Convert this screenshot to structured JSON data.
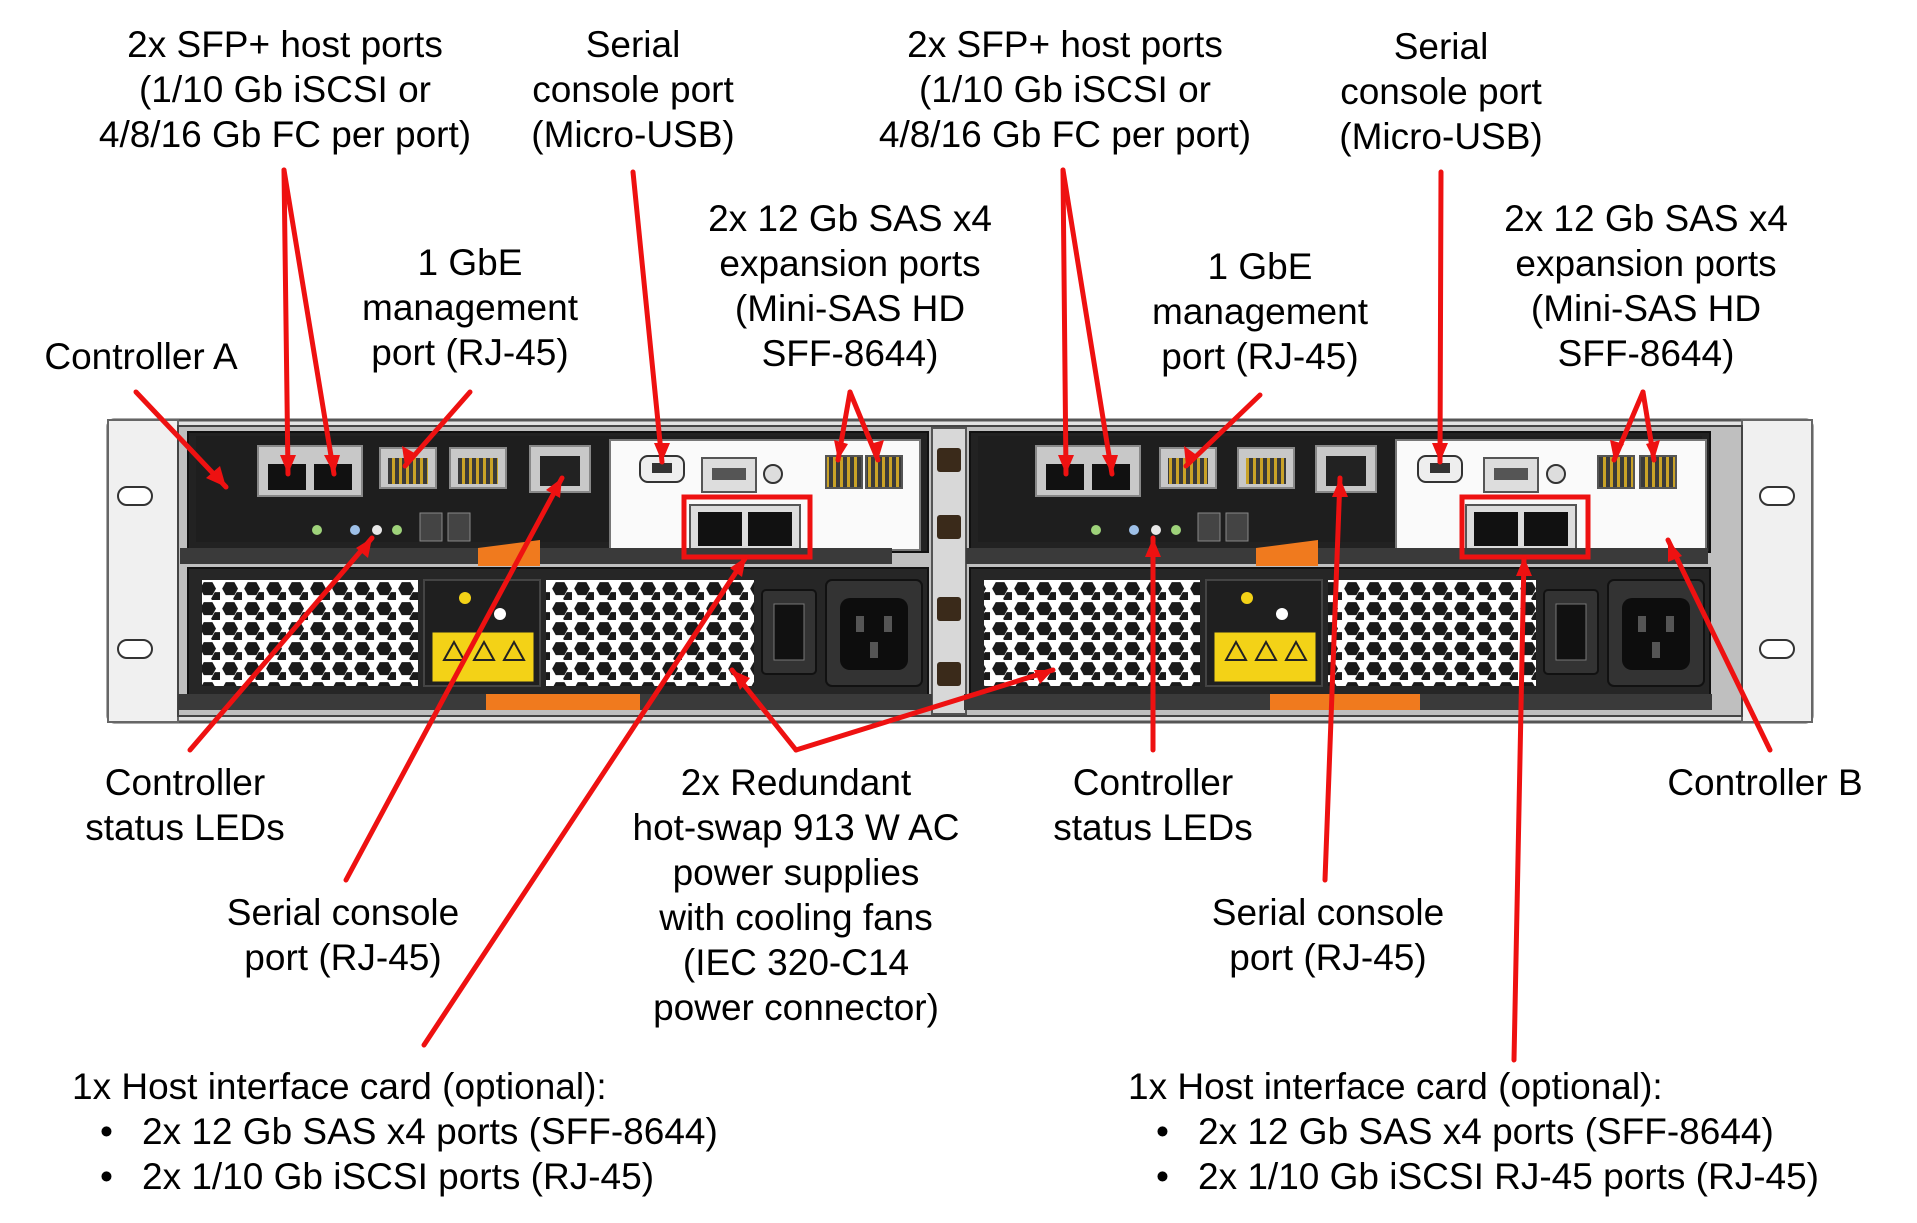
{
  "labels": {
    "ctrl_a": "Controller A",
    "ctrl_b": "Controller B",
    "sfp_a": [
      "2x SFP+ host ports",
      "(1/10 Gb iSCSI or",
      "4/8/16 Gb FC per port)"
    ],
    "sfp_b": [
      "2x SFP+ host ports",
      "(1/10 Gb iSCSI or",
      "4/8/16 Gb FC per port)"
    ],
    "usb_a": [
      "Serial",
      "console port",
      "(Micro-USB)"
    ],
    "usb_b": [
      "Serial",
      "console port",
      "(Micro-USB)"
    ],
    "mgmt_a": [
      "1 GbE",
      "management",
      "port (RJ-45)"
    ],
    "mgmt_b": [
      "1 GbE",
      "management",
      "port (RJ-45)"
    ],
    "sas_a": [
      "2x 12 Gb SAS x4",
      "expansion ports",
      "(Mini-SAS HD",
      "SFF-8644)"
    ],
    "sas_b": [
      "2x 12 Gb SAS x4",
      "expansion ports",
      "(Mini-SAS HD",
      "SFF-8644)"
    ],
    "led_a": [
      "Controller",
      "status LEDs"
    ],
    "led_b": [
      "Controller",
      "status LEDs"
    ],
    "rj45_a": [
      "Serial console",
      "port (RJ-45)"
    ],
    "rj45_b": [
      "Serial console",
      "port (RJ-45)"
    ],
    "psu": [
      "2x Redundant",
      "hot-swap 913 W AC",
      "power supplies",
      "with cooling fans",
      "(IEC 320-C14",
      "power connector)"
    ],
    "hic_a": {
      "title": "1x Host interface card (optional):",
      "items": [
        "2x 12 Gb SAS x4 ports (SFF-8644)",
        "2x 1/10 Gb iSCSI ports (RJ-45)"
      ]
    },
    "hic_b": {
      "title": "1x Host interface card (optional):",
      "items": [
        "2x 12 Gb SAS x4 ports (SFF-8644)",
        "2x 1/10 Gb iSCSI RJ-45 ports (RJ-45)"
      ]
    }
  },
  "colors": {
    "callout": "#ee1111",
    "chassis": "#d4d4d4",
    "bezel": "#2b2b2b",
    "accent": "#f07a1e",
    "warning": "#f3d217"
  }
}
